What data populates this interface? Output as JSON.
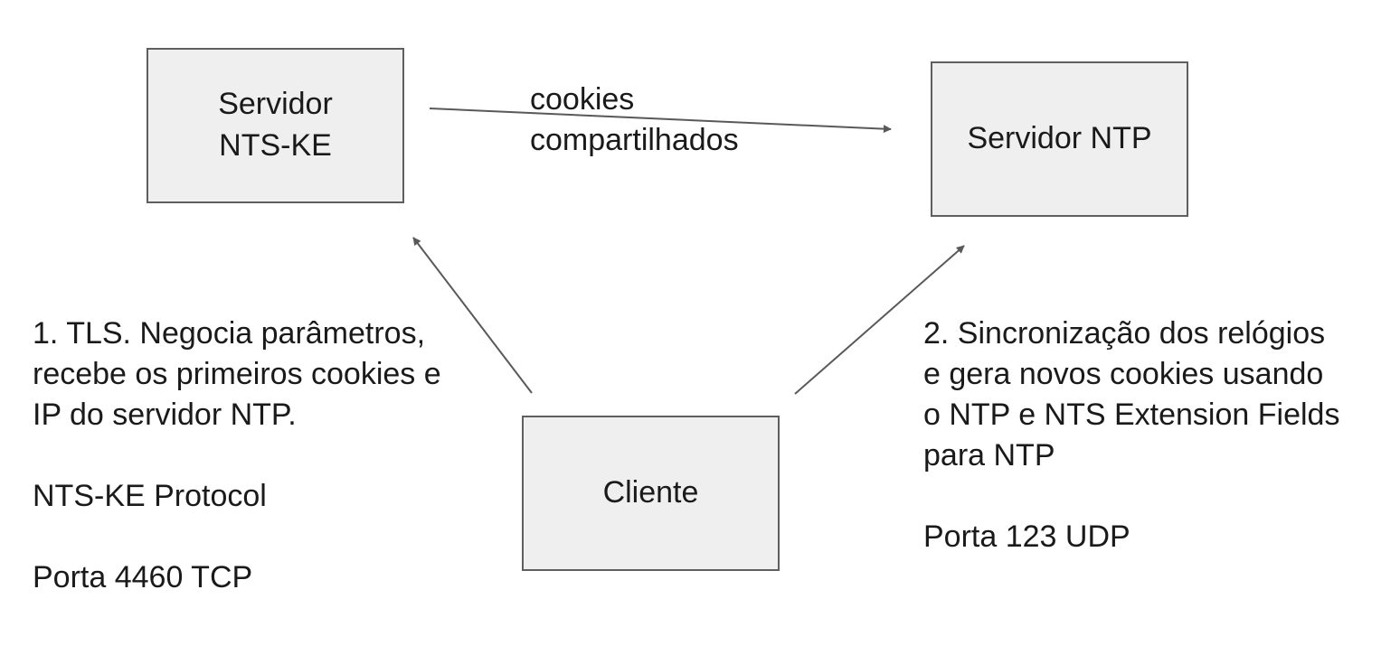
{
  "colors": {
    "box_fill": "#efefef",
    "box_border": "#5f5f5f",
    "arrow": "#595959",
    "text": "#1a1a1a"
  },
  "boxes": {
    "nts_ke_server": "Servidor\nNTS-KE",
    "ntp_server": "Servidor NTP",
    "client": "Cliente"
  },
  "arrow_label": {
    "line1": "cookies",
    "line2": "compartilhados"
  },
  "left_note": {
    "line1": "1. TLS. Negocia parâmetros,",
    "line2": "recebe os primeiros cookies e",
    "line3": "IP do servidor NTP.",
    "protocol": "NTS-KE Protocol",
    "port": "Porta 4460 TCP"
  },
  "right_note": {
    "line1": "2. Sincronização dos relógios",
    "line2": "e gera novos cookies usando",
    "line3": "o NTP e NTS Extension Fields",
    "line4": "para NTP",
    "port": "Porta 123 UDP"
  }
}
